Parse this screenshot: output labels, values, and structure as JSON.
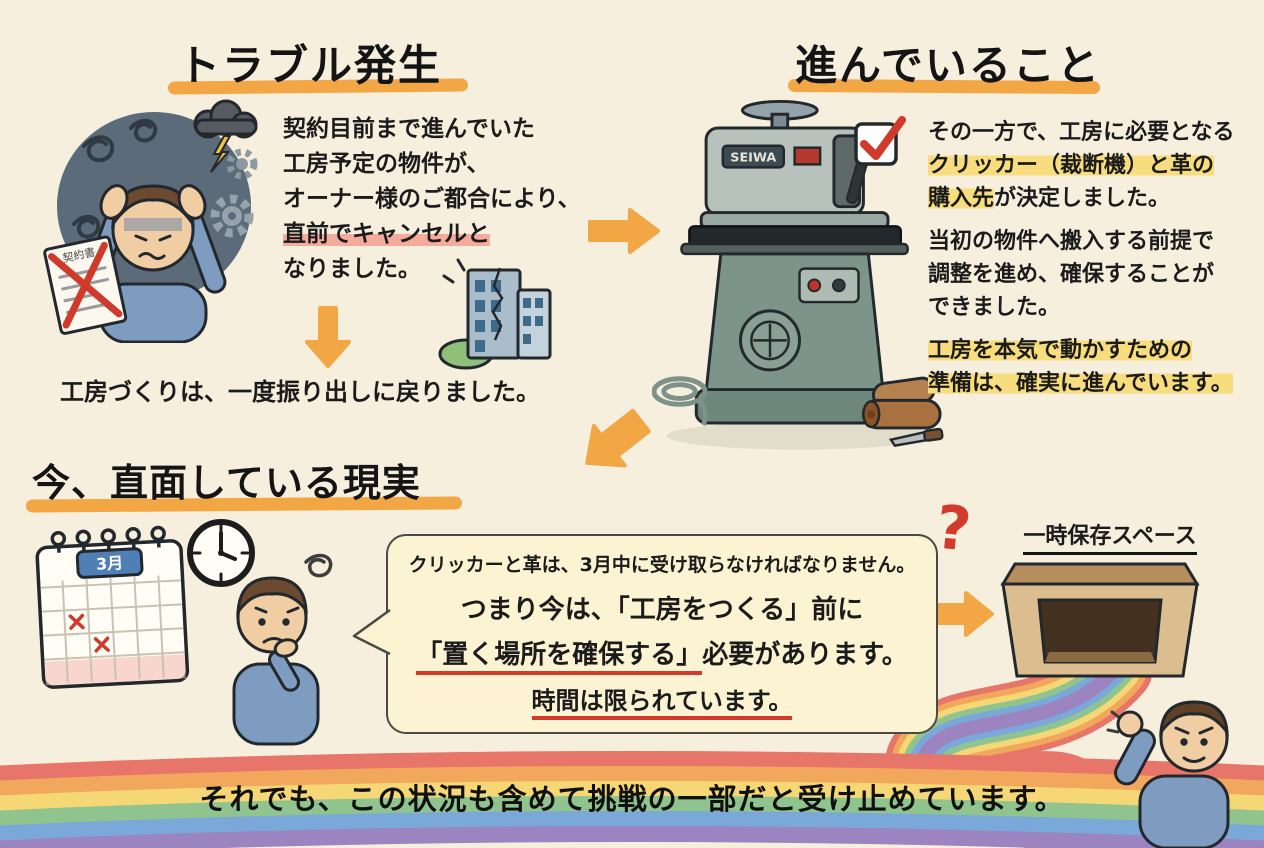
{
  "page": {
    "bg": "#f6efdd"
  },
  "palette": {
    "accent_orange": "#f2a644",
    "highlight_yellow": "#f8dd7f",
    "highlight_pink": "#f5ab9c",
    "red": "#d23b2c",
    "ink": "#1b1b1b",
    "bubble_bg": "#fbf3d2",
    "sweater_blue": "#7d9cc0",
    "machine_green": "#7c948a"
  },
  "trouble": {
    "title": "トラブル発生",
    "body_lines": [
      "契約目前まで進んでいた",
      "工房予定の物件が、",
      "オーナー様のご都合により、"
    ],
    "highlight_line": "直前でキャンセルと",
    "closing_line": "なりました。",
    "result_line": "工房づくりは、一度振り出しに戻りました。",
    "document_label": "契約書"
  },
  "progress": {
    "title": "進んでいること",
    "intro_line": "その一方で、工房に必要となる",
    "highlight_line": "クリッカー（裁断機）と革の",
    "highlight_word": "購入先",
    "after_highlight": "が決定しました。",
    "para2_lines": [
      "当初の物件へ搬入する前提で",
      "調整を進め、確保することが",
      "できました。"
    ],
    "para3_highlight_lines": [
      "工房を本気で動かすための",
      "準備は、確実に進んでいます。"
    ],
    "machine_label": "SEIWA"
  },
  "reality": {
    "title": "今、直面している現実",
    "calendar_month": "3月",
    "bubble": {
      "line1": "クリッカーと革は、3月中に受け取らなければなりません。",
      "line2": "つまり今は、「工房をつくる」前に",
      "line3_underlined": "「置く場所を確保する」",
      "line3_rest": "必要があります。",
      "line4": "時間は限られています。"
    },
    "question_mark": "?",
    "storage_label": "一時保存スペース"
  },
  "footer": {
    "message": "それでも、この状況も含めて挑戦の一部だと受け止めています。"
  }
}
